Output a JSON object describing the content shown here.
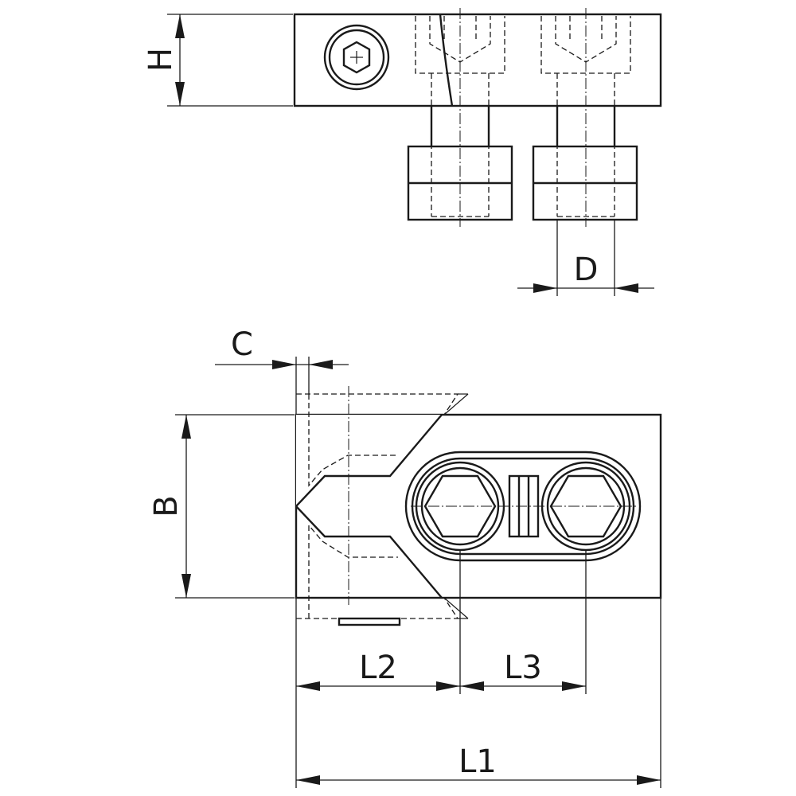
{
  "labels": {
    "H": "H",
    "D": "D",
    "C": "C",
    "B": "B",
    "L1": "L1",
    "L2": "L2",
    "L3": "L3"
  },
  "colors": {
    "line": "#1a1a1a",
    "background": "#ffffff"
  }
}
